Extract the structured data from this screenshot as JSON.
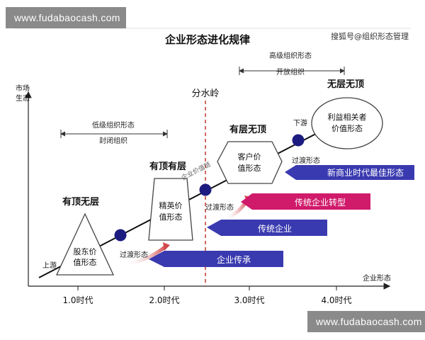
{
  "watermark_top": "www.fudabaocash.com",
  "watermark_bottom": "www.fudabaocash.com",
  "title": "企业形态进化规律",
  "source_tag": "搜狐号@组织形态管理",
  "axis": {
    "y_label_lines": [
      "市场",
      "生态"
    ],
    "x_label": "企业形态",
    "eras": [
      "1.0时代",
      "2.0时代",
      "3.0时代",
      "4.0时代"
    ]
  },
  "divider_label": "分水岭",
  "stages": [
    {
      "heading": "有顶无层",
      "shape_lines": [
        "股东价",
        "值形态"
      ]
    },
    {
      "heading": "有顶有层",
      "shape_lines": [
        "精英价",
        "值形态"
      ]
    },
    {
      "heading": "有层无顶",
      "shape_lines": [
        "客户价",
        "值形态"
      ]
    },
    {
      "heading": "无层无顶",
      "shape_lines": [
        "利益相关者",
        "价值形态"
      ]
    }
  ],
  "brackets": [
    {
      "above": "低级组织形态",
      "below": "封闭组织"
    },
    {
      "above": "高级组织形态",
      "below": "开放组织"
    }
  ],
  "labels": {
    "upstream": "上游",
    "downstream": "下游",
    "transition": "过渡形态",
    "chain_text": "企业价值链"
  },
  "arrows": [
    {
      "text": "新商业时代最佳形态",
      "color": "#3a3ab0"
    },
    {
      "text": "传统企业转型",
      "color": "#d01a6a"
    },
    {
      "text": "传统企业",
      "color": "#3a3ab0"
    },
    {
      "text": "企业传承",
      "color": "#3a3ab0"
    }
  ],
  "colors": {
    "node": "#1c1c80",
    "divider": "#c0392b",
    "curve": "#d34a4a"
  }
}
